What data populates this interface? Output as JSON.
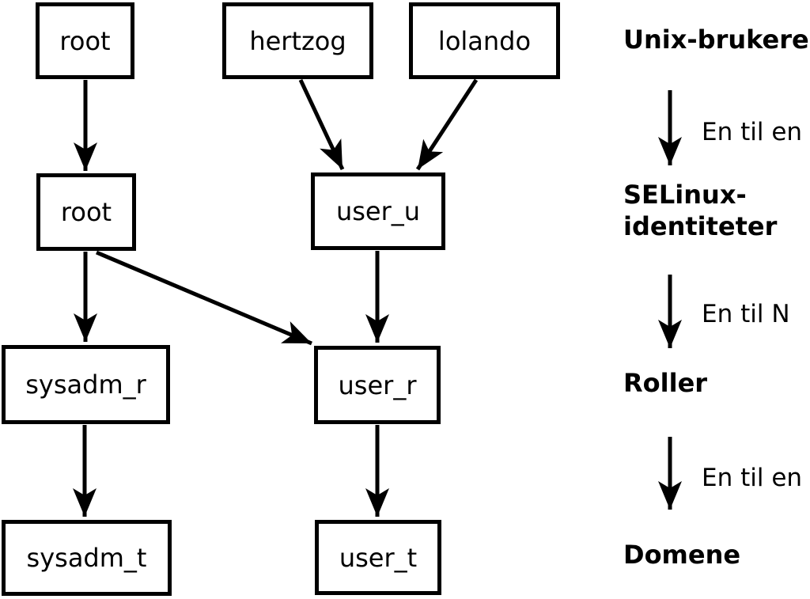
{
  "diagram": {
    "boxes": {
      "unix_root": "root",
      "hertzog": "hertzog",
      "lolando": "lolando",
      "selinux_root": "root",
      "user_u": "user_u",
      "sysadm_r": "sysadm_r",
      "user_r": "user_r",
      "sysadm_t": "sysadm_t",
      "user_t": "user_t"
    },
    "legend": {
      "level1": "Unix-brukere",
      "mapping1": "En til en",
      "level2_line1": "SELinux-",
      "level2_line2": "identiteter",
      "mapping2": "En til N",
      "level3": "Roller",
      "mapping3": "En til en",
      "level4": "Domene"
    },
    "colors": {
      "line": "#000000",
      "box_fill": "#ffffff",
      "text": "#000000",
      "background": "#ffffff"
    }
  }
}
